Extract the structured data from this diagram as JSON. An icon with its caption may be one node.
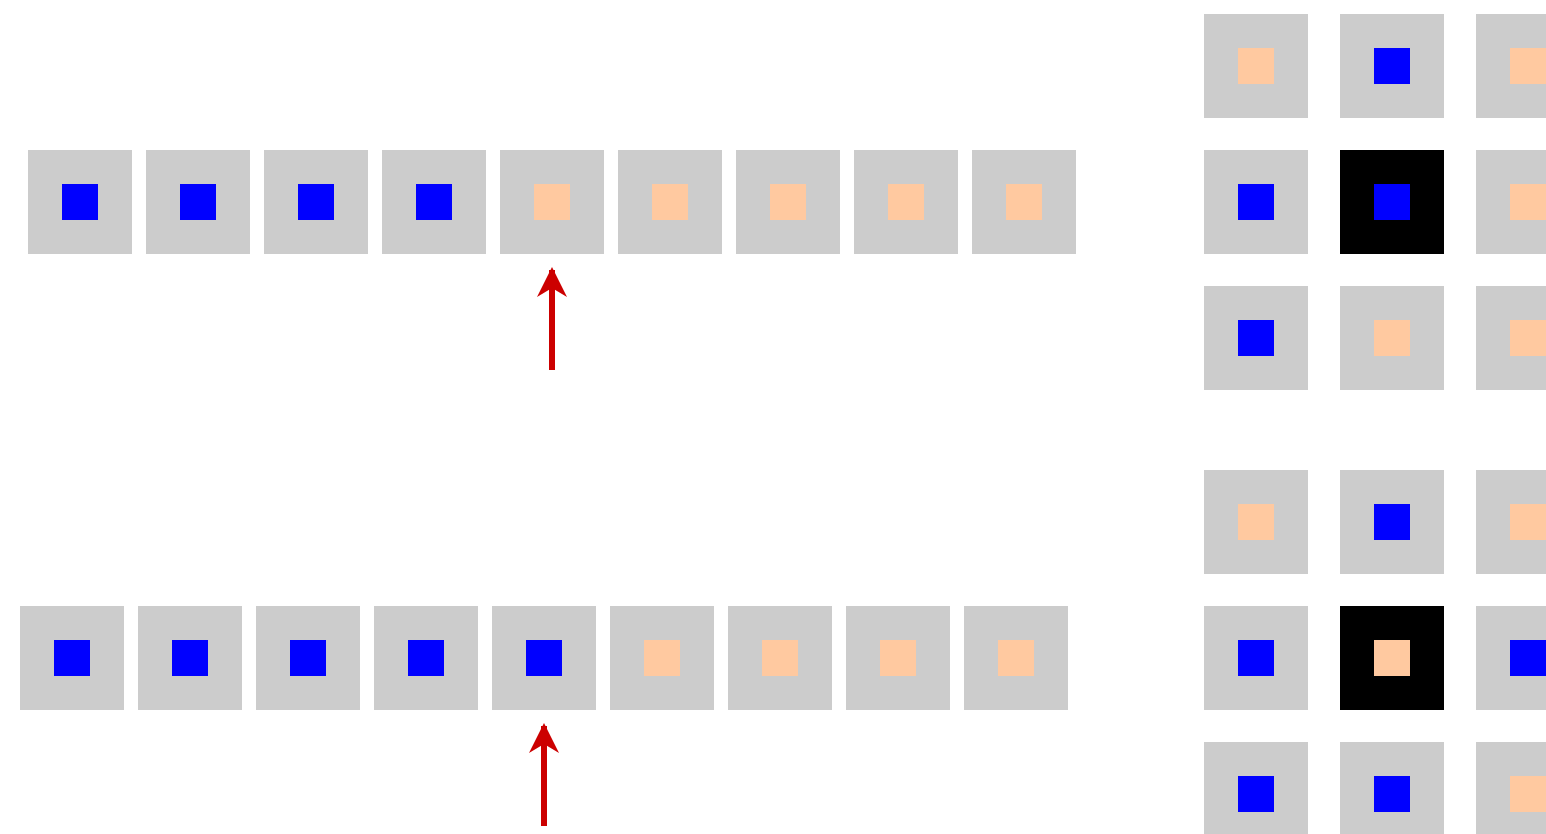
{
  "diagram": {
    "nodes": [
      {
        "text": [],
        "shape": "box"
      },
      {
        "text": [],
        "shape": "box"
      },
      {
        "text": [],
        "shape": "box"
      },
      {
        "text": [],
        "shape": "box"
      },
      {
        "text": [],
        "shape": "box"
      },
      {
        "text": [],
        "shape": "box"
      },
      {
        "text": [],
        "shape": "box"
      },
      {
        "text": [],
        "shape": "box"
      },
      {
        "text": [],
        "shape": "box"
      },
      {
        "text": [],
        "shape": "box"
      },
      {
        "text": [],
        "shape": "box"
      },
      {
        "text": [],
        "shape": "box"
      },
      {
        "text": [],
        "shape": "box"
      },
      {
        "text": [],
        "shape": "box"
      },
      {
        "text": [],
        "shape": "box"
      },
      {
        "text": [],
        "shape": "box"
      },
      {
        "text": [],
        "shape": "box"
      },
      {
        "text": [],
        "shape": "box"
      },
      {
        "text": [],
        "shape": "box"
      },
      {
        "text": [],
        "shape": "box"
      },
      {
        "text": [],
        "shape": "box"
      },
      {
        "text": [],
        "shape": "box"
      },
      {
        "text": [],
        "shape": "box"
      },
      {
        "text": [],
        "shape": "box"
      },
      {
        "text": [],
        "shape": "box"
      },
      {
        "text": [],
        "shape": "box"
      },
      {
        "text": [],
        "shape": "box"
      },
      {
        "text": [],
        "shape": "box"
      },
      {
        "text": [],
        "shape": "box"
      },
      {
        "text": [],
        "shape": "box"
      },
      {
        "text": [],
        "shape": "box"
      },
      {
        "text": [],
        "shape": "box"
      },
      {
        "text": [],
        "shape": "box"
      },
      {
        "text": [],
        "shape": "box"
      },
      {
        "text": [],
        "shape": "box"
      },
      {
        "text": [],
        "shape": "box"
      }
    ],
    "edges": [
      {
        "from": null,
        "to": 4,
        "arrow": "to"
      },
      {
        "from": null,
        "to": 22,
        "arrow": "to"
      }
    ]
  }
}
